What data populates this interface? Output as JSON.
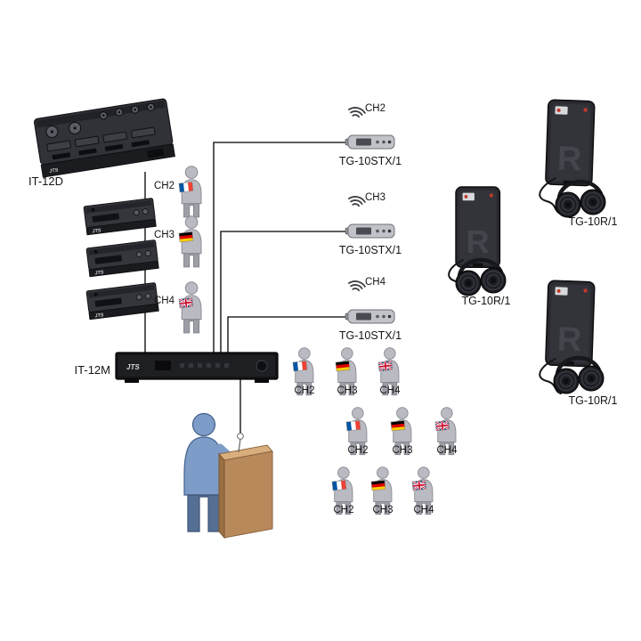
{
  "brand": "JTS",
  "rx_watermark": "R",
  "devices": {
    "it12d": "IT-12D",
    "it12m": "IT-12M"
  },
  "interpreters": [
    {
      "channel": "CH2",
      "flag": "france",
      "flag_ref": "#flag-france"
    },
    {
      "channel": "CH3",
      "flag": "germany",
      "flag_ref": "#flag-germany"
    },
    {
      "channel": "CH4",
      "flag": "uk",
      "flag_ref": "#flag-uk"
    }
  ],
  "transmitters": [
    {
      "channel": "CH2",
      "label": "TG-10STX/1"
    },
    {
      "channel": "CH3",
      "label": "TG-10STX/1"
    },
    {
      "channel": "CH4",
      "label": "TG-10STX/1"
    }
  ],
  "receivers": [
    {
      "label": "TG-10R/1"
    },
    {
      "label": "TG-10R/1"
    },
    {
      "label": "TG-10R/1"
    }
  ],
  "audience": [
    {
      "channel": "CH2",
      "flag": "france",
      "flag_ref": "#flag-france"
    },
    {
      "channel": "CH3",
      "flag": "germany",
      "flag_ref": "#flag-germany"
    },
    {
      "channel": "CH4",
      "flag": "uk",
      "flag_ref": "#flag-uk"
    },
    {
      "channel": "CH2",
      "flag": "france",
      "flag_ref": "#flag-france"
    },
    {
      "channel": "CH3",
      "flag": "germany",
      "flag_ref": "#flag-germany"
    },
    {
      "channel": "CH4",
      "flag": "uk",
      "flag_ref": "#flag-uk"
    },
    {
      "channel": "CH2",
      "flag": "france",
      "flag_ref": "#flag-france"
    },
    {
      "channel": "CH3",
      "flag": "germany",
      "flag_ref": "#flag-germany"
    },
    {
      "channel": "CH4",
      "flag": "uk",
      "flag_ref": "#flag-uk"
    }
  ],
  "colors": {
    "background": "#ffffff",
    "line": "#000000",
    "device_dark": "#2b2c31",
    "person_gray": "#b9bac2",
    "speaker_blue": "#7d9cc8",
    "podium_tan": "#b8895a",
    "france_blue": "#0055a4",
    "france_red": "#ef4135",
    "germany_red": "#dd0000",
    "germany_gold": "#ffce00",
    "uk_blue": "#1a2f6b",
    "uk_red": "#c8102e"
  }
}
